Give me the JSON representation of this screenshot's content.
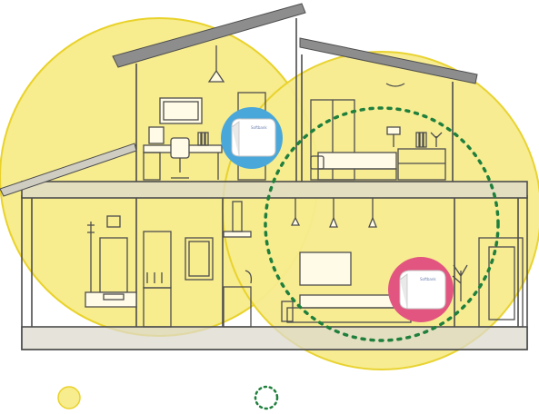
{
  "diagram": {
    "subject": "house cross-section with wifi router coverage",
    "colors": {
      "coverage_fill": "#f6ea86",
      "coverage_stroke": "#e8cf21",
      "mesh_ring": "#1f7f3c",
      "router_upstairs_badge": "#4aa7d9",
      "router_downstairs_badge": "#e25580",
      "roof": "#8a8a8a",
      "wall_fill": "#f3f0e2",
      "floor_slab": "#d8d6cb",
      "line": "#4d4d4d"
    },
    "routers": [
      {
        "id": "upstairs",
        "brand_label": "Softbank",
        "badge_color_key": "router_upstairs_badge"
      },
      {
        "id": "downstairs",
        "brand_label": "Softbank",
        "badge_color_key": "router_downstairs_badge"
      }
    ],
    "legend": [
      {
        "id": "coverage",
        "icon": "yellow-filled-circle-icon"
      },
      {
        "id": "mesh",
        "icon": "green-dashed-circle-icon"
      }
    ]
  }
}
